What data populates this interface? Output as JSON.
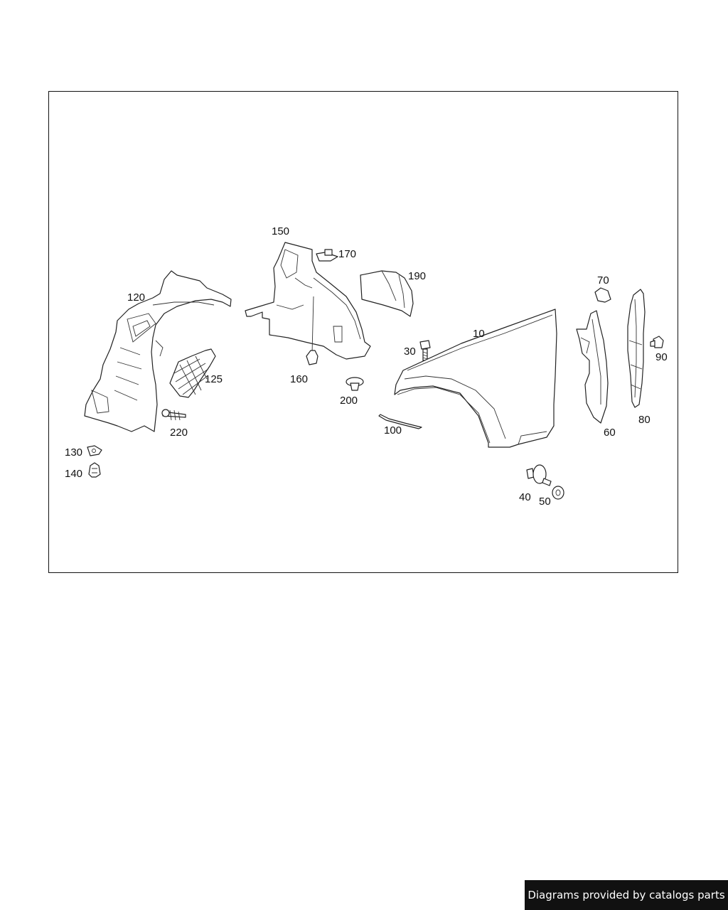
{
  "callouts": {
    "p10": "10",
    "p30": "30",
    "p40": "40",
    "p50": "50",
    "p60": "60",
    "p70": "70",
    "p80": "80",
    "p90": "90",
    "p100": "100",
    "p120": "120",
    "p125": "125",
    "p130": "130",
    "p140": "140",
    "p150": "150",
    "p160": "160",
    "p170": "170",
    "p190": "190",
    "p200": "200",
    "p220": "220"
  },
  "footer": {
    "credit": "Diagrams provided by catalogs parts"
  },
  "colors": {
    "line": "#222222",
    "banner": "#111111"
  }
}
